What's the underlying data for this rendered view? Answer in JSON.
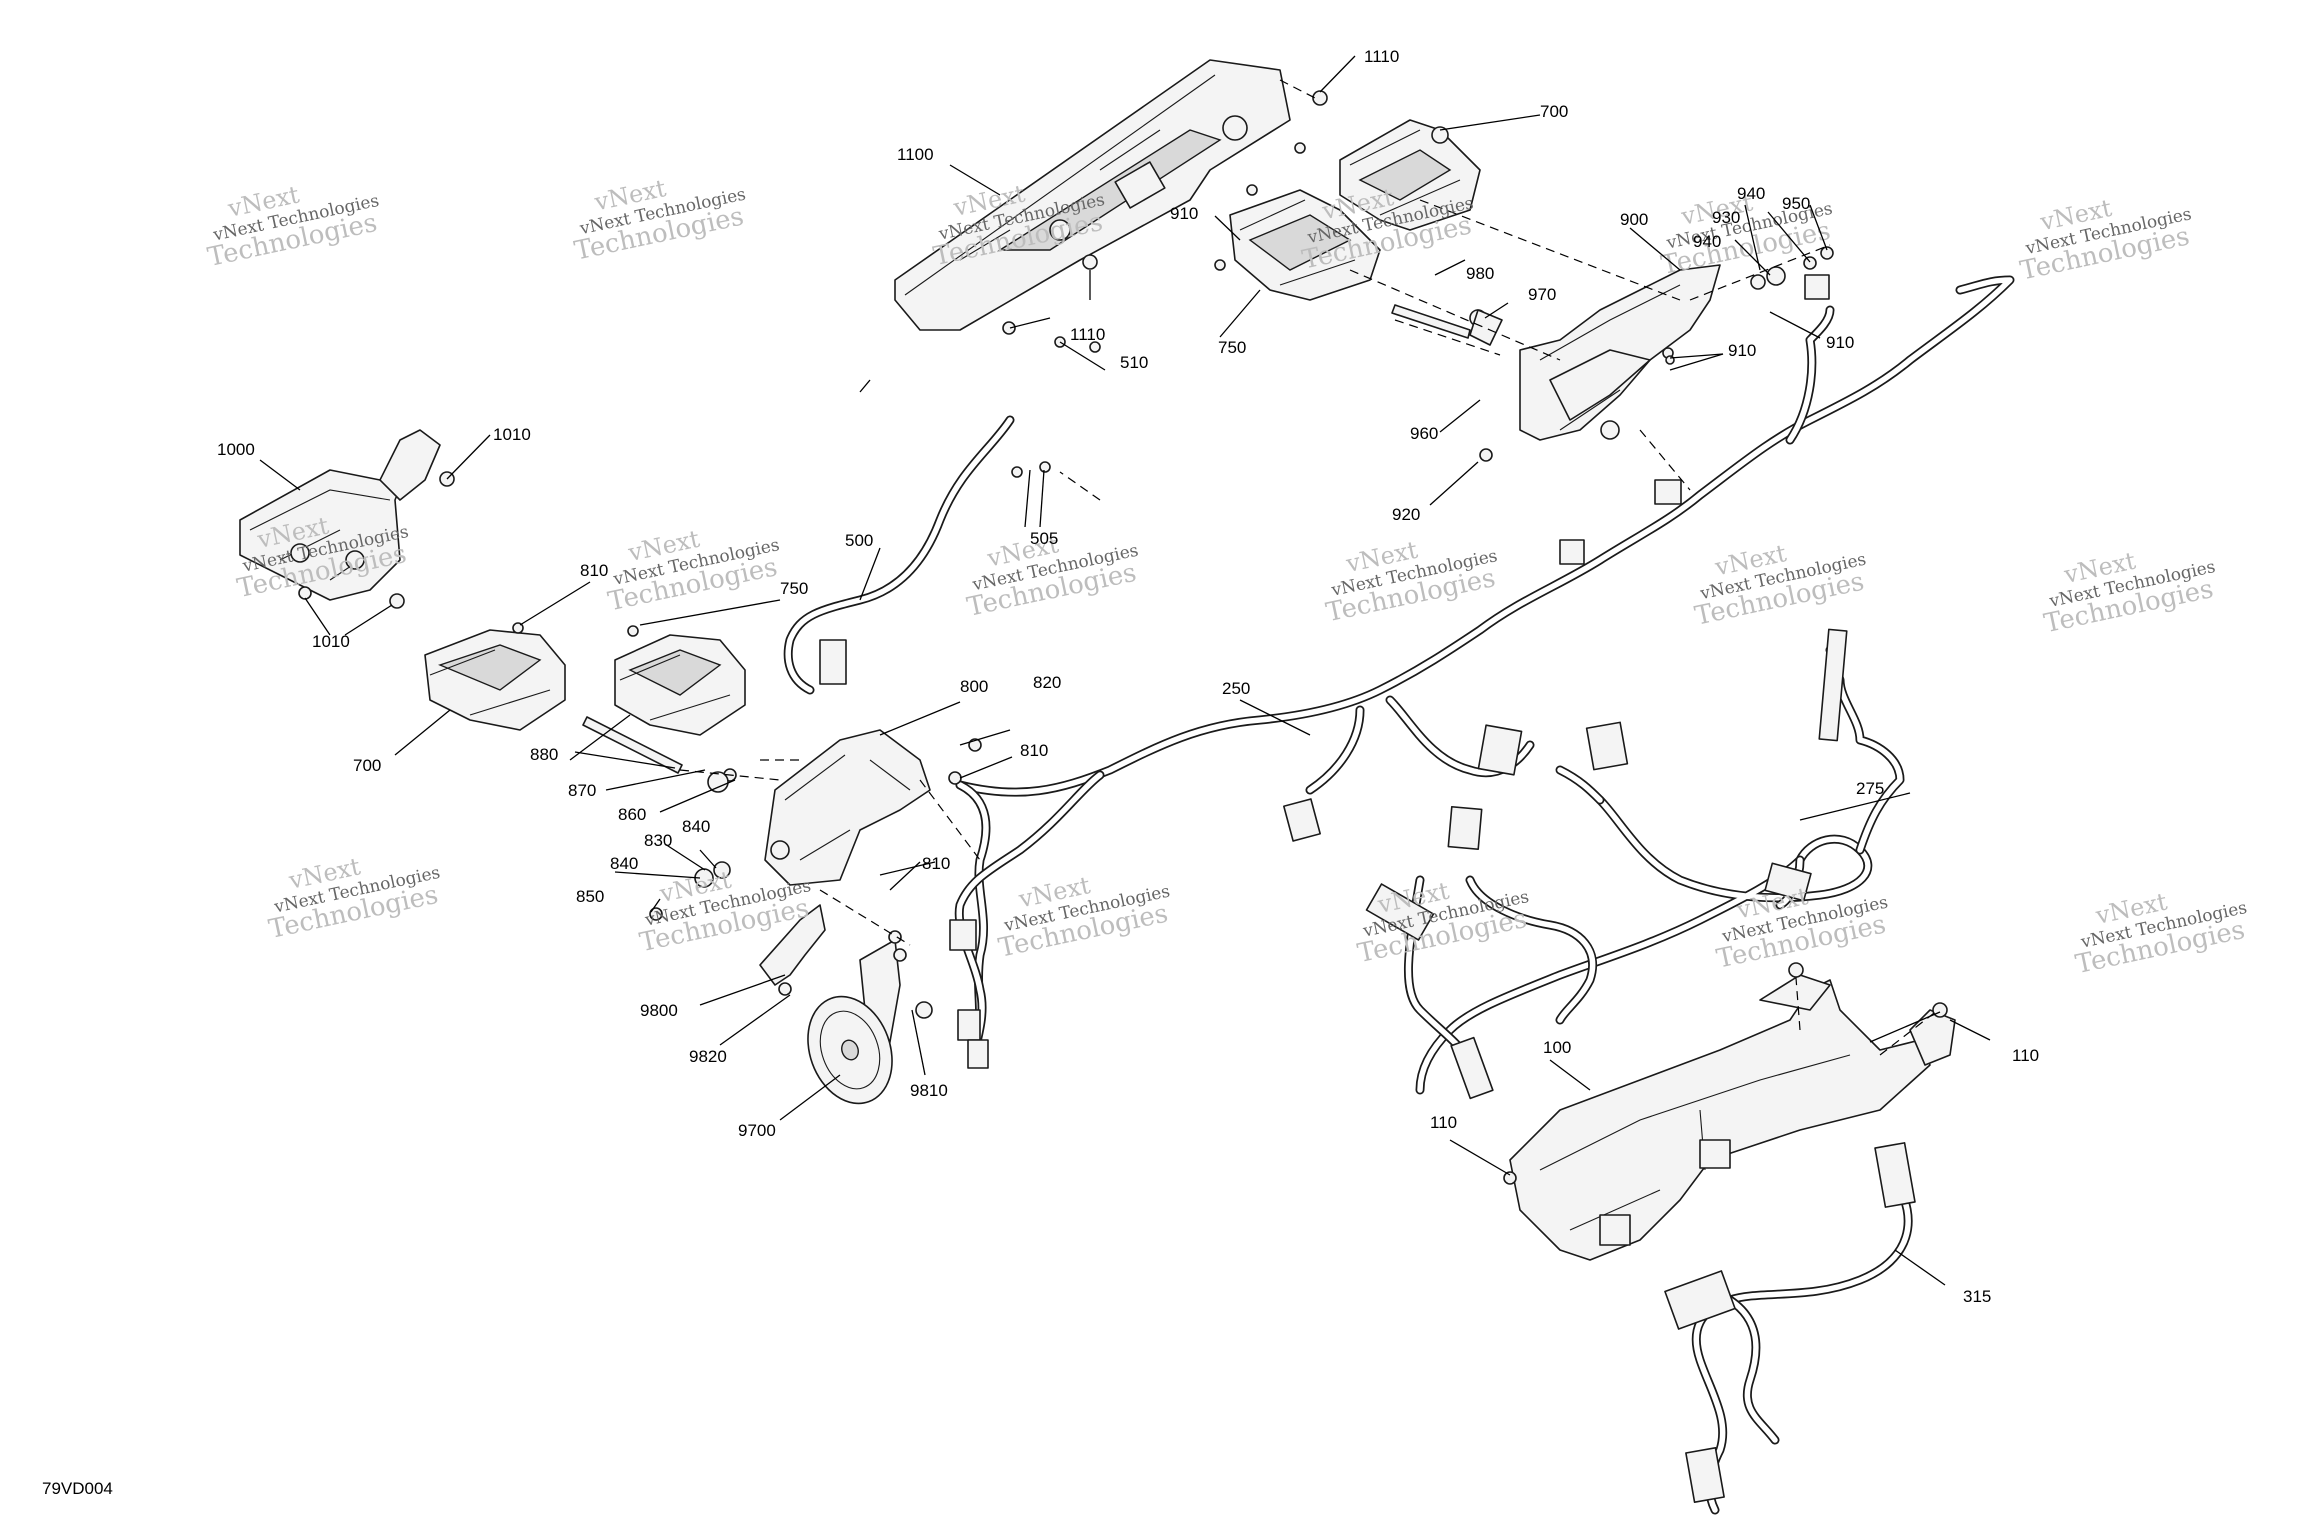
{
  "figure_id": "79VD004",
  "watermark": {
    "line1": "vNext Technologies",
    "line2": "Technologies",
    "overlay": "vNext"
  },
  "callouts": {
    "c100": "100",
    "c110a": "110",
    "c110b": "110",
    "c250": "250",
    "c275": "275",
    "c315": "315",
    "c500": "500",
    "c505": "505",
    "c510": "510",
    "c700a": "700",
    "c700b": "700",
    "c750a": "750",
    "c750b": "750",
    "c800": "800",
    "c810a": "810",
    "c810b": "810",
    "c810c": "810",
    "c820": "820",
    "c830": "830",
    "c840a": "840",
    "c840b": "840",
    "c850": "850",
    "c860": "860",
    "c870": "870",
    "c880": "880",
    "c900": "900",
    "c910a": "910",
    "c910b": "910",
    "c910c": "910",
    "c920": "920",
    "c930": "930",
    "c940a": "940",
    "c940b": "940",
    "c950": "950",
    "c960": "960",
    "c970": "970",
    "c980": "980",
    "c1000": "1000",
    "c1010a": "1010",
    "c1010b": "1010",
    "c1100": "1100",
    "c1110a": "1110",
    "c1110b": "1110",
    "c9700": "9700",
    "c9800": "9800",
    "c9810": "9810",
    "c9820": "9820"
  }
}
